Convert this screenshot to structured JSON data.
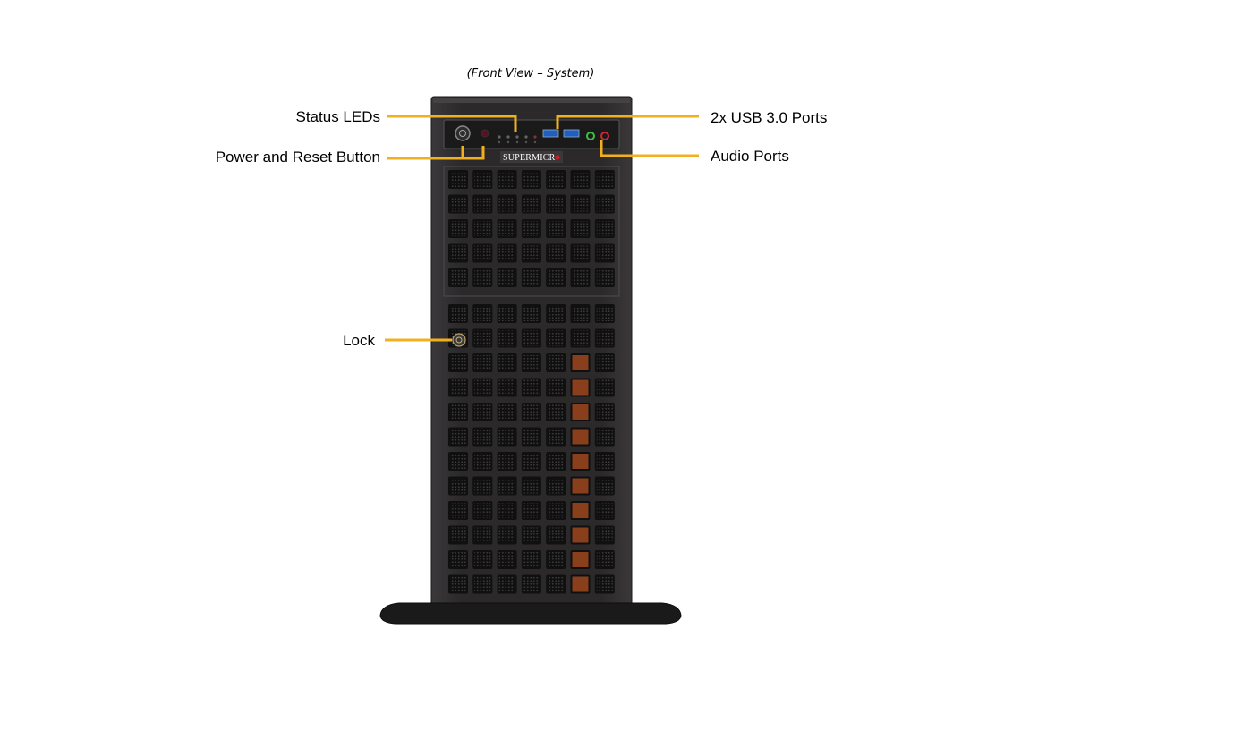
{
  "caption": "(Front View – System)",
  "callouts": {
    "status_leds": "Status LEDs",
    "power_reset": "Power and Reset Button",
    "usb_ports": "2x USB 3.0 Ports",
    "audio_ports": "Audio Ports",
    "lock": "Lock"
  },
  "chassis": {
    "brand": "SUPERMICR",
    "upper_grid": {
      "rows": 5,
      "cols": 7
    },
    "lower_grid": {
      "rows": 12,
      "cols": 7
    },
    "orange_column": 5,
    "orange_rows": [
      2,
      3,
      4,
      5,
      6,
      7,
      8,
      9,
      10,
      11
    ]
  },
  "colors": {
    "leader": "#f2b01e",
    "chassis": "#2a2829",
    "cell": "#101010",
    "fan_orange": "#a0481e",
    "audio_green": "#3fbf3f",
    "audio_red": "#d0263a",
    "usb_blue": "#1f5fbf"
  }
}
